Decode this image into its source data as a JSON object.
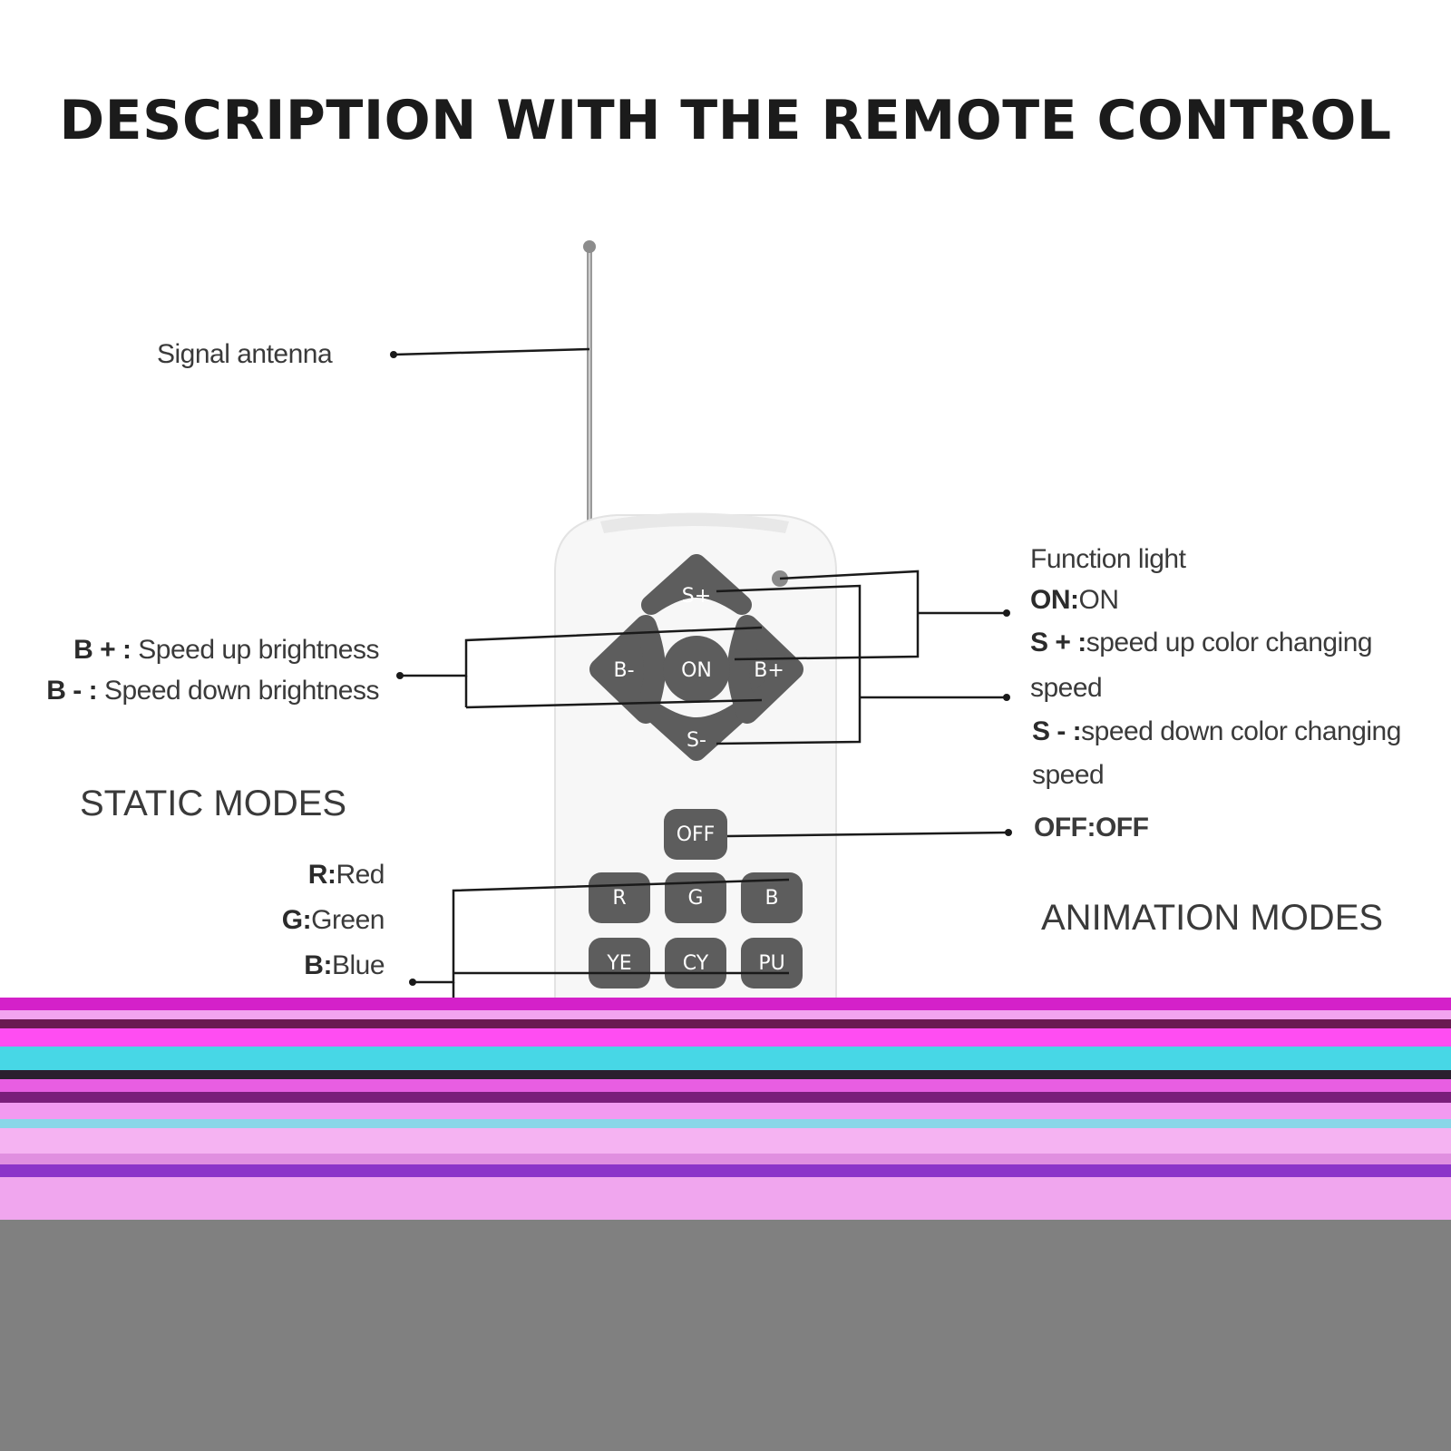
{
  "title": "DESCRIPTION WITH THE REMOTE CONTROL",
  "labels": {
    "antenna": "Signal antenna",
    "bplus_key": "B + :",
    "bplus_desc": " Speed up brightness",
    "bminus_key": "B - :",
    "bminus_desc": " Speed down brightness",
    "function_light": "Function light",
    "on_key": "ON:",
    "on_desc": "ON",
    "splus_key": "S + :",
    "splus_desc": "speed up color changing",
    "splus_desc2": "speed",
    "sminus_key": "S - :",
    "sminus_desc": "speed down color  changing",
    "sminus_desc2": "speed",
    "off_line": "OFF:OFF",
    "static_modes": "STATIC MODES",
    "animation_modes": "ANIMATION MODES",
    "r_key": "R:",
    "r_desc": "Red",
    "g_key": "G:",
    "g_desc": "Green",
    "b_key": "B:",
    "b_desc": "Blue"
  },
  "buttons": {
    "splus": "S+",
    "sminus": "S-",
    "bminus": "B-",
    "bplus": "B+",
    "on": "ON",
    "off": "OFF",
    "r": "R",
    "g": "G",
    "b": "B",
    "ye": "YE",
    "cy": "CY",
    "pu": "PU"
  },
  "colors": {
    "button": "#5d5d5d",
    "remote_body": "#f7f7f7",
    "text": "#3a3a3a",
    "background": "#ffffff",
    "bottom_area": "#808080"
  }
}
